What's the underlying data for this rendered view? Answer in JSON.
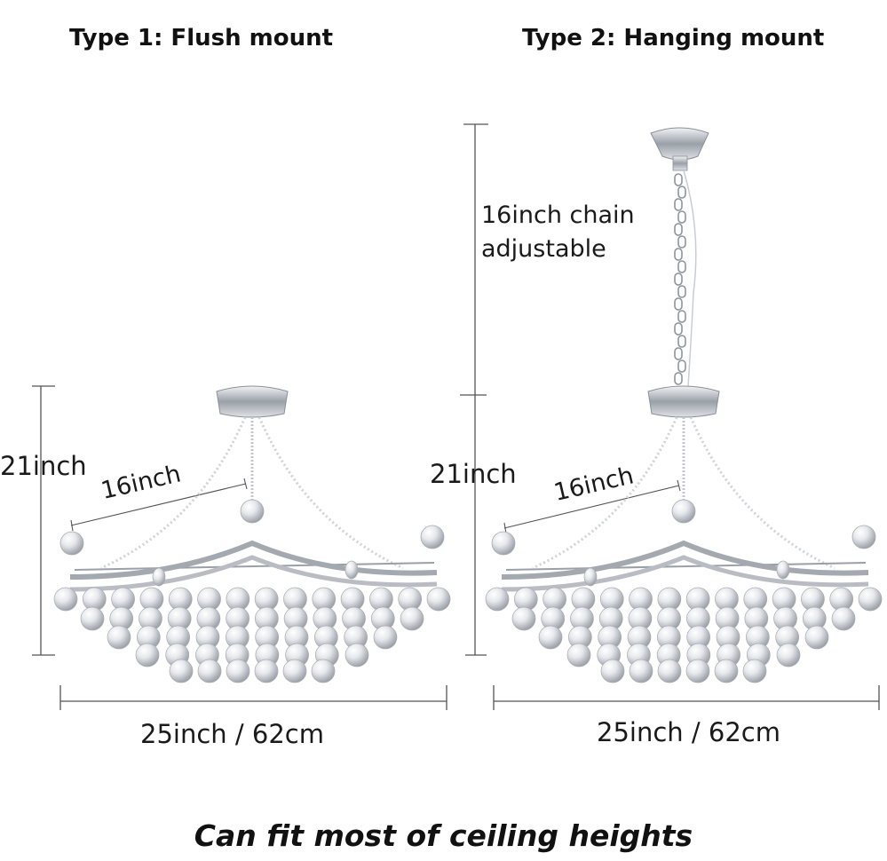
{
  "titles": {
    "flush": "Type 1: Flush mount",
    "hanging": "Type 2: Hanging mount"
  },
  "flush": {
    "height_label": "21inch",
    "diagonal_label": "16inch",
    "width_label": "25inch / 62cm"
  },
  "hanging": {
    "chain_label_line1": "16inch chain",
    "chain_label_line2": "adjustable",
    "height_label": "21inch",
    "diagonal_label": "16inch",
    "width_label": "25inch / 62cm"
  },
  "footer": "Can fit most of ceiling heights",
  "colors": {
    "dimension_line": "#555555",
    "chrome": "#b8bcc2",
    "crystal": "#e4e6ea",
    "crystal_edge": "#a9adb3"
  }
}
